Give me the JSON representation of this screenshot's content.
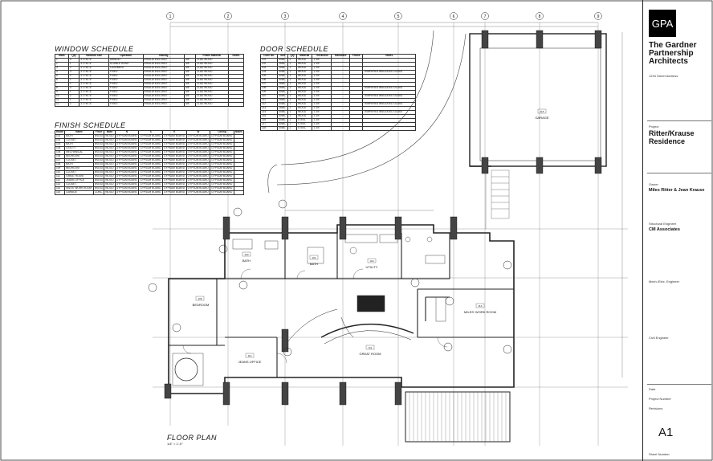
{
  "window_schedule": {
    "title": "WINDOW SCHEDULE",
    "headers": [
      "Mark",
      "Qty",
      "Nominal Size",
      "Operation",
      "Glazing",
      "",
      "Frame Material",
      "Notes"
    ],
    "rows": [
      [
        "1",
        "4",
        "3'-0\"x4'-6\"",
        "AWNING",
        "INSULATED/LOW-E",
        "5/8\"",
        "CLAD WOOD",
        ""
      ],
      [
        "2",
        "1",
        "3'-0\"x4'-6\"",
        "DOUBLE HUNG",
        "INSULATED/LOW-E",
        "5/8\"",
        "CLAD WOOD",
        ""
      ],
      [
        "3",
        "2",
        "3'-0\"x4'-6\"",
        "CASEMENT",
        "INSULATED/LOW-E",
        "5/8\"",
        "CLAD WOOD",
        ""
      ],
      [
        "4",
        "3",
        "3'-0\"x4'-6\"",
        "FIXED",
        "INSULATED/LOW-E",
        "5/8\"",
        "CLAD WOOD",
        ""
      ],
      [
        "5",
        "2",
        "3'-0\"x4'-6\"",
        "FIXED",
        "INSULATED/LOW-E",
        "5/8\"",
        "CLAD WOOD",
        ""
      ],
      [
        "6",
        "1",
        "3'-0\"x4'-6\"",
        "FIXED",
        "INSULATED/LOW-E",
        "5/8\"",
        "CLAD WOOD",
        ""
      ],
      [
        "7",
        "2",
        "3'-0\"x4'-6\"",
        "FIXED",
        "INSULATED/LOW-E",
        "5/8\"",
        "CLAD WOOD",
        ""
      ],
      [
        "8",
        "4",
        "3'-0\"x4'-6\"",
        "FIXED",
        "INSULATED/LOW-E",
        "5/8\"",
        "CLAD WOOD",
        ""
      ],
      [
        "9",
        "1",
        "3'-0\"x4'-6\"",
        "FIXED",
        "INSULATED/LOW-E",
        "5/8\"",
        "CLAD WOOD",
        ""
      ],
      [
        "10",
        "2",
        "3'-0\"x4'-6\"",
        "FIXED",
        "INSULATED/LOW-E",
        "5/8\"",
        "CLAD WOOD",
        ""
      ],
      [
        "11",
        "1",
        "3'-0\"x4'-6\"",
        "FIXED",
        "INSULATED/LOW-E",
        "5/8\"",
        "CLAD WOOD",
        ""
      ],
      [
        "12",
        "2",
        "3'-0\"x4'-6\"",
        "FIXED",
        "INSULATED/LOW-E",
        "5/8\"",
        "CLAD WOOD",
        ""
      ]
    ]
  },
  "finish_schedule": {
    "title": "FINISH SCHEDULE",
    "headers": [
      "Room",
      "Name",
      "Floor",
      "Base",
      "N",
      "S",
      "E",
      "W",
      "Ceiling",
      "Notes"
    ],
    "rows": [
      [
        "101",
        "BATH",
        "WOOD",
        "WOOD",
        "GYPSUM BOARD",
        "GYPSUM BOARD",
        "GYPSUM BOARD",
        "GYPSUM BOARD",
        "GYPSUM BOARD",
        ""
      ],
      [
        "102",
        "CLOSET",
        "WOOD",
        "WOOD",
        "GYPSUM BOARD",
        "GYPSUM BOARD",
        "GYPSUM BOARD",
        "GYPSUM BOARD",
        "GYPSUM BOARD",
        ""
      ],
      [
        "103",
        "BATH",
        "WOOD",
        "WOOD",
        "GYPSUM BOARD",
        "GYPSUM BOARD",
        "GYPSUM BOARD",
        "GYPSUM BOARD",
        "GYPSUM BOARD",
        ""
      ],
      [
        "104",
        "UTILITY",
        "WOOD",
        "WOOD",
        "GYPSUM BOARD",
        "GYPSUM BOARD",
        "GYPSUM BOARD",
        "GYPSUM BOARD",
        "GYPSUM BOARD",
        ""
      ],
      [
        "105",
        "MECHANICAL",
        "WOOD",
        "WOOD",
        "GYPSUM BOARD",
        "GYPSUM BOARD",
        "GYPSUM BOARD",
        "GYPSUM BOARD",
        "GYPSUM BOARD",
        ""
      ],
      [
        "106",
        "BEDROOM",
        "WOOD",
        "WOOD",
        "GYPSUM BOARD",
        "GYPSUM BOARD",
        "GYPSUM BOARD",
        "GYPSUM BOARD",
        "GYPSUM BOARD",
        ""
      ],
      [
        "107",
        "CLOSET",
        "WOOD",
        "WOOD",
        "GYPSUM BOARD",
        "GYPSUM BOARD",
        "GYPSUM BOARD",
        "GYPSUM BOARD",
        "GYPSUM BOARD",
        ""
      ],
      [
        "108",
        "BATH",
        "WOOD",
        "WOOD",
        "GYPSUM BOARD",
        "GYPSUM BOARD",
        "GYPSUM BOARD",
        "GYPSUM BOARD",
        "GYPSUM BOARD",
        ""
      ],
      [
        "109",
        "BEDROOM",
        "WOOD",
        "WOOD",
        "GYPSUM BOARD",
        "GYPSUM BOARD",
        "GYPSUM BOARD",
        "GYPSUM BOARD",
        "GYPSUM BOARD",
        ""
      ],
      [
        "110",
        "CLOSET",
        "WOOD",
        "WOOD",
        "GYPSUM BOARD",
        "GYPSUM BOARD",
        "GYPSUM BOARD",
        "GYPSUM BOARD",
        "GYPSUM BOARD",
        ""
      ],
      [
        "111",
        "GREAT ROOM",
        "WOOD",
        "WOOD",
        "GYPSUM BOARD",
        "GYPSUM BOARD",
        "GYPSUM BOARD",
        "GYPSUM BOARD",
        "GYPSUM BOARD",
        ""
      ],
      [
        "112",
        "JEANS OFFICE",
        "WOOD",
        "WOOD",
        "GYPSUM BOARD",
        "GYPSUM BOARD",
        "GYPSUM BOARD",
        "GYPSUM BOARD",
        "GYPSUM BOARD",
        ""
      ],
      [
        "113",
        "CLOSET",
        "WOOD",
        "WOOD",
        "GYPSUM BOARD",
        "GYPSUM BOARD",
        "GYPSUM BOARD",
        "GYPSUM BOARD",
        "GYPSUM BOARD",
        ""
      ],
      [
        "114",
        "MILES' WORK ROOM",
        "WOOD",
        "WOOD",
        "GYPSUM BOARD",
        "GYPSUM BOARD",
        "GYPSUM BOARD",
        "GYPSUM BOARD",
        "GYPSUM BOARD",
        ""
      ],
      [
        "115",
        "GARAGE",
        "CONC.",
        "WOOD",
        "GYPSUM BOARD",
        "GYPSUM BOARD",
        "GYPSUM BOARD",
        "GYPSUM BOARD",
        "GYPSUM BOARD",
        ""
      ]
    ]
  },
  "door_schedule": {
    "title": "DOOR SCHEDULE",
    "headers": [
      "Door No.",
      "Size",
      "Qty",
      "Material",
      "Thickness",
      "Hardware",
      "Frame",
      "Notes"
    ],
    "rows": [
      [
        "101",
        "3068",
        "1",
        "WOOD",
        "1 3/4\"",
        "",
        "",
        ""
      ],
      [
        "102",
        "2668",
        "1",
        "WOOD",
        "1 3/4\"",
        "",
        "",
        ""
      ],
      [
        "103",
        "2668",
        "1",
        "WOOD",
        "1 3/4\"",
        "",
        "",
        ""
      ],
      [
        "104",
        "3068",
        "1",
        "WOOD",
        "1 3/4\"",
        "",
        "",
        "TEMPERED INSULATED GLASS"
      ],
      [
        "105",
        "3068",
        "1",
        "WOOD",
        "1 3/4\"",
        "",
        "",
        ""
      ],
      [
        "106",
        "3068",
        "1",
        "WOOD",
        "1 3/4\"",
        "",
        "",
        ""
      ],
      [
        "107",
        "2668",
        "1",
        "WOOD",
        "1 3/4\"",
        "",
        "",
        ""
      ],
      [
        "108",
        "2668",
        "1",
        "WOOD",
        "1 3/4\"",
        "",
        "",
        "TEMPERED INSULATED GLASS"
      ],
      [
        "109",
        "3068",
        "1",
        "WOOD",
        "1 3/4\"",
        "",
        "",
        ""
      ],
      [
        "110",
        "3068",
        "1",
        "WOOD",
        "1 3/4\"",
        "",
        "",
        "TEMPERED INSULATED GLASS"
      ],
      [
        "111",
        "2668",
        "1",
        "WOOD",
        "1 3/4\"",
        "",
        "",
        ""
      ],
      [
        "112",
        "3068",
        "1",
        "WOOD",
        "1 3/4\"",
        "",
        "",
        "TEMPERED INSULATED GLASS"
      ],
      [
        "113",
        "2668",
        "1",
        "WOOD",
        "1 3/4\"",
        "",
        "",
        ""
      ],
      [
        "114",
        "3068",
        "1",
        "WOOD",
        "1 3/4\"",
        "",
        "",
        "TEMPERED INSULATED GLASS"
      ],
      [
        "115",
        "3068",
        "1",
        "WOOD",
        "1 3/4\"",
        "",
        "",
        ""
      ],
      [
        "116",
        "3068",
        "1",
        "STEEL",
        "1 3/4\"",
        "",
        "",
        ""
      ],
      [
        "117",
        "3068",
        "1",
        "STEEL",
        "1 3/4\"",
        "",
        "",
        ""
      ],
      [
        "118",
        "3068",
        "1",
        "STEEL",
        "1 3/4\"",
        "",
        "",
        ""
      ]
    ]
  },
  "grid_bubbles": [
    "1",
    "2",
    "3",
    "4",
    "5",
    "6",
    "7",
    "8",
    "9"
  ],
  "rooms": {
    "bedroom": "BEDROOM",
    "bath1": "BATH",
    "bath2": "BATH",
    "utility": "UTILITY",
    "great_room": "GREAT ROOM",
    "jeans_office": "JEANS OFFICE",
    "miles_work_room": "MILES' WORK ROOM",
    "garage": "GARAGE"
  },
  "room_numbers": {
    "bedroom": "106",
    "bath1": "103",
    "bath2": "101",
    "utility": "104",
    "great_room": "111",
    "jeans_office": "112",
    "miles_work_room": "114",
    "garage": "115"
  },
  "plan": {
    "title": "FLOOR PLAN",
    "scale": "1/4\" = 1'-0\""
  },
  "title_block": {
    "logo": "GPA",
    "firm_name": "The Gardner Partnership Architects",
    "firm_address": "1234 Street Address",
    "project_label": "Project",
    "project_name": "Ritter/Krause Residence",
    "owner_label": "Owner",
    "owner_name": "Miles Ritter & Jean Krause",
    "consultant_label": "Structural Engineer",
    "consultant_name": "CM Associates",
    "mep_label": "Mech./Elec. Engineer",
    "civil_label": "Civil Engineer",
    "date_label": "Date",
    "project_number_label": "Project Number",
    "revisions_label": "Revisions",
    "sheet_number": "A1",
    "sheet_label": "Sheet Number"
  },
  "colors": {
    "ink": "#111111",
    "hatch": "#555555",
    "paper": "#ffffff"
  }
}
